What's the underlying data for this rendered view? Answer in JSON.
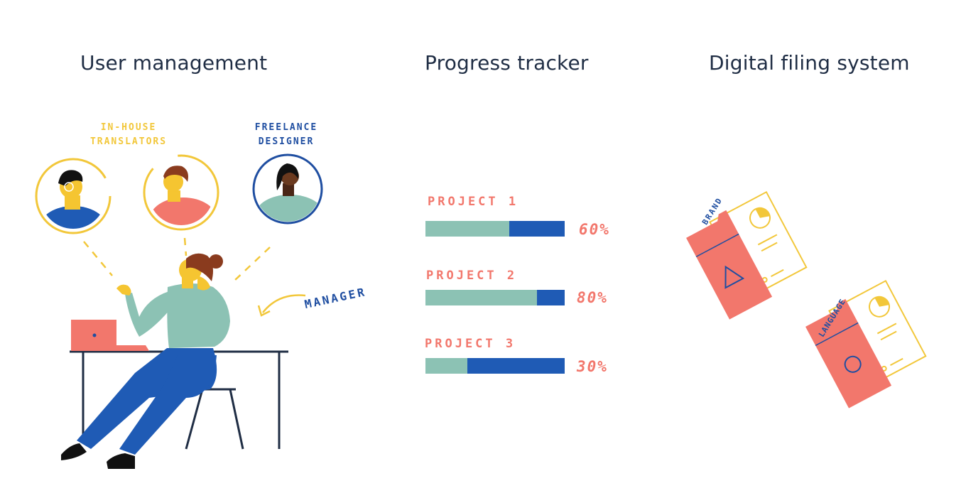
{
  "sections": {
    "user_management": "User management",
    "progress_tracker": "Progress tracker",
    "digital_filing": "Digital filing system"
  },
  "user_management": {
    "in_house_line1": "IN-HOUSE",
    "in_house_line2": "TRANSLATORS",
    "freelance_line1": "FREELANCE",
    "freelance_line2": "DESIGNER",
    "manager_label": "MANAGER",
    "avatars": [
      {
        "name": "translator-1",
        "ring_color": "#f2c73a"
      },
      {
        "name": "translator-2",
        "ring_color": "#f2c73a"
      },
      {
        "name": "freelance-designer",
        "ring_color": "#1f4ea1"
      }
    ]
  },
  "projects": [
    {
      "label": "PROJECT 1",
      "percent_text": "60%",
      "fill": 0.6
    },
    {
      "label": "PROJECT 2",
      "percent_text": "80%",
      "fill": 0.8
    },
    {
      "label": "PROJECT 3",
      "percent_text": "30%",
      "fill": 0.3
    }
  ],
  "folders": [
    {
      "label": "BRAND",
      "symbol": "triangle-icon"
    },
    {
      "label": "LANGUAGE",
      "symbol": "circle-icon"
    }
  ],
  "colors": {
    "heading": "#1f2d44",
    "coral": "#f2776c",
    "mint": "#8cc2b4",
    "blue": "#1f5bb5",
    "yellow": "#f2c73a",
    "navy": "#1f4ea1"
  }
}
